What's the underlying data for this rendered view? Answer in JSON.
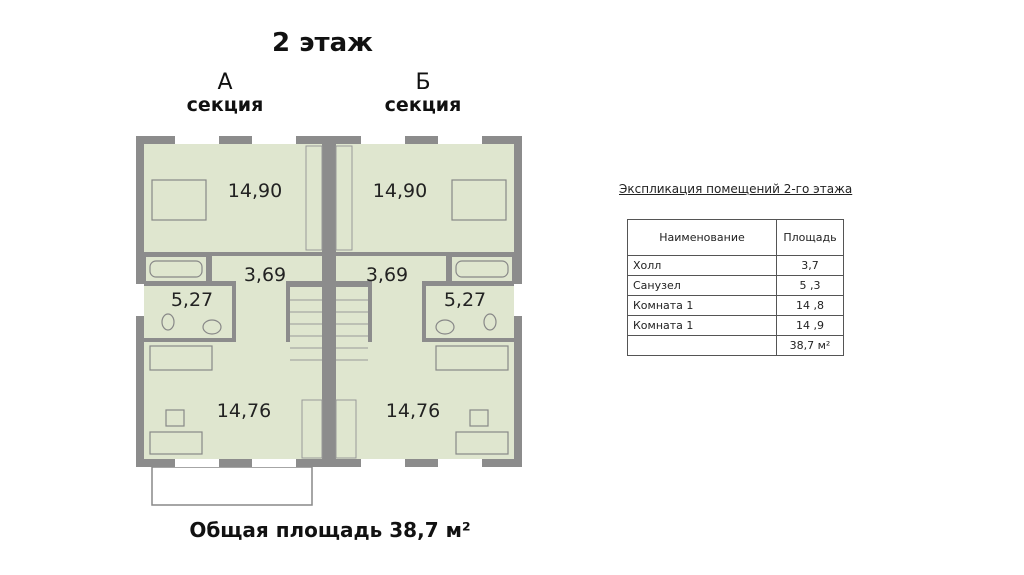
{
  "title": "2 этаж",
  "sections": [
    {
      "letter": "А",
      "label": "секция"
    },
    {
      "letter": "Б",
      "label": "секция"
    }
  ],
  "plan": {
    "rooms_a": {
      "bedroom_top": "14,90",
      "hall": "3,69",
      "bath": "5,27",
      "bedroom_bottom": "14,76"
    },
    "rooms_b": {
      "bedroom_top": "14,90",
      "hall": "3,69",
      "bath": "5,27",
      "bedroom_bottom": "14,76"
    }
  },
  "total": "Общая площадь 38,7 м²",
  "explication": {
    "title": "Экспликация помещений 2-го этажа",
    "headers": [
      "Наименование",
      "Площадь"
    ],
    "rows": [
      [
        "Холл",
        "3,7"
      ],
      [
        "Санузел",
        "5 ,3"
      ],
      [
        "Комната 1",
        "14 ,8"
      ],
      [
        "Комната 1",
        "14 ,9"
      ],
      [
        "",
        "38,7 м²"
      ]
    ]
  },
  "colors": {
    "wall": "#8c8c8c",
    "room": "#dfe6cf"
  }
}
